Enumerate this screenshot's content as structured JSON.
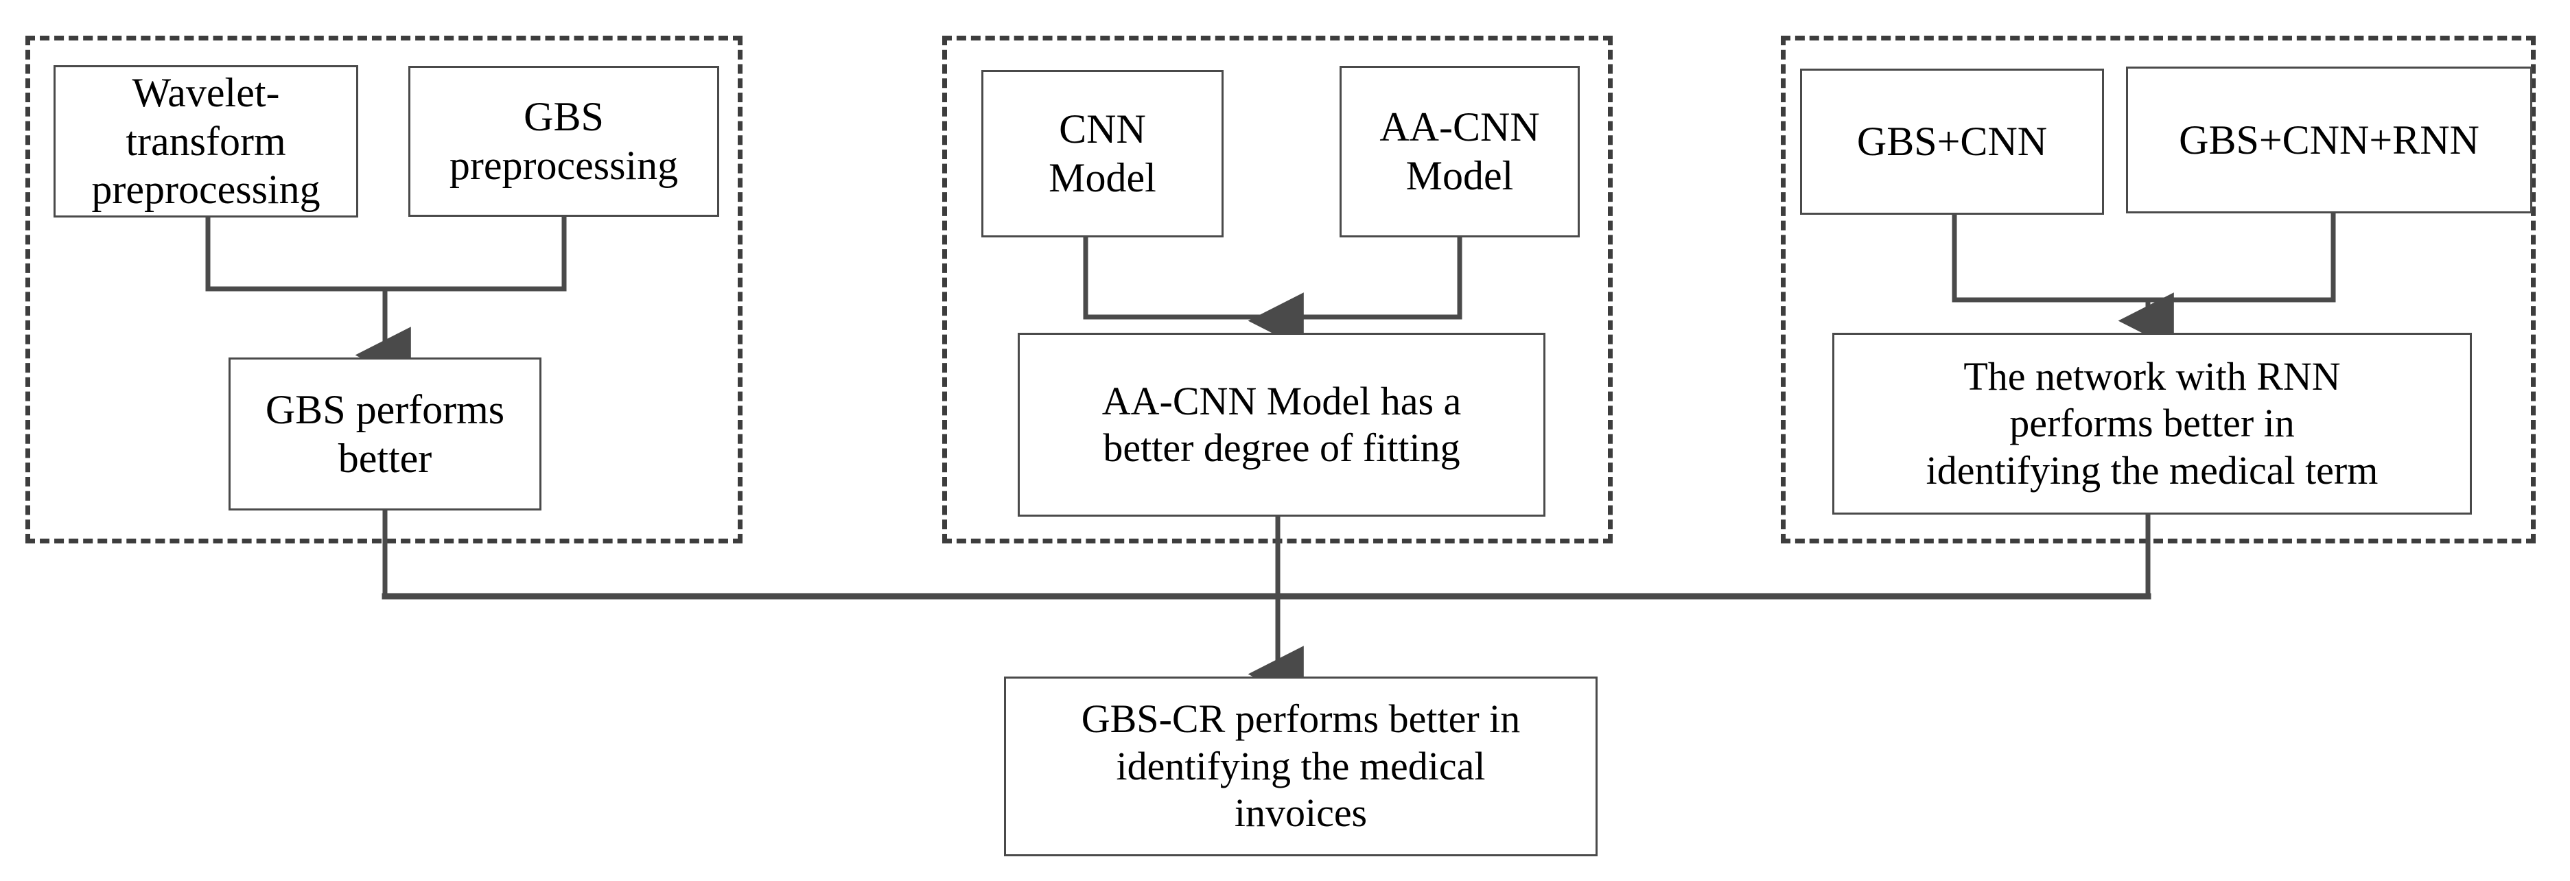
{
  "diagram": {
    "type": "flowchart",
    "title": "",
    "stroke_color": "#4a4a4a",
    "dashed_group_color": "#3d3d3d",
    "background": "#ffffff",
    "groups": [
      {
        "id": "group-preprocessing",
        "inputs": [
          {
            "id": "wavelet-transform-preprocessing",
            "label": "Wavelet-\ntransform\npreprocessing"
          },
          {
            "id": "gbs-preprocessing",
            "label": "GBS\npreprocessing"
          }
        ],
        "conclusion": {
          "id": "gbs-performs-better",
          "label": "GBS performs\nbetter"
        }
      },
      {
        "id": "group-models",
        "inputs": [
          {
            "id": "cnn-model",
            "label": "CNN\nModel"
          },
          {
            "id": "aa-cnn-model",
            "label": "AA-CNN\nModel"
          }
        ],
        "conclusion": {
          "id": "aa-cnn-better-fitting",
          "label": "AA-CNN Model has a\nbetter degree of fitting"
        }
      },
      {
        "id": "group-networks",
        "inputs": [
          {
            "id": "gbs-cnn",
            "label": "GBS+CNN"
          },
          {
            "id": "gbs-cnn-rnn",
            "label": "GBS+CNN+RNN"
          }
        ],
        "conclusion": {
          "id": "rnn-network-better",
          "label": "The network with RNN\nperforms better in\nidentifying the medical term"
        }
      }
    ],
    "final": {
      "id": "gbs-cr-conclusion",
      "label": "GBS-CR performs better in\nidentifying the medical\ninvoices"
    }
  }
}
